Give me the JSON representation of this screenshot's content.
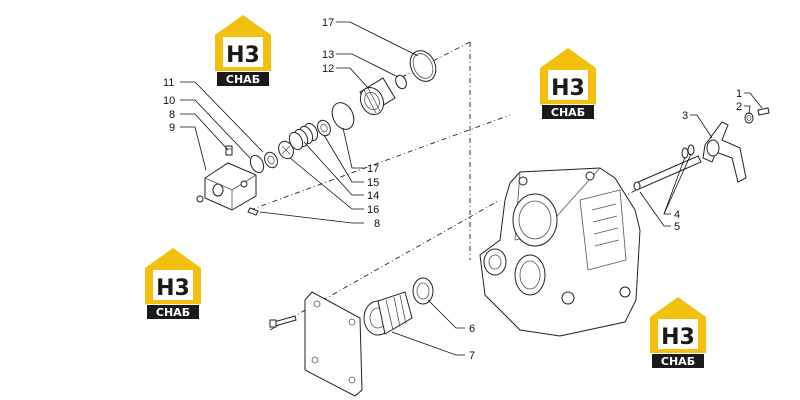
{
  "brand": {
    "monogram": "H3",
    "name": "СНАБ",
    "accent": "#f2c00d",
    "dark": "#1a1a1a"
  },
  "callouts": [
    {
      "id": "17a",
      "label": "17"
    },
    {
      "id": "13",
      "label": "13"
    },
    {
      "id": "12",
      "label": "12"
    },
    {
      "id": "11",
      "label": "11"
    },
    {
      "id": "10",
      "label": "10"
    },
    {
      "id": "8a",
      "label": "8"
    },
    {
      "id": "9",
      "label": "9"
    },
    {
      "id": "17b",
      "label": "17"
    },
    {
      "id": "15",
      "label": "15"
    },
    {
      "id": "14",
      "label": "14"
    },
    {
      "id": "16",
      "label": "16"
    },
    {
      "id": "8b",
      "label": "8"
    },
    {
      "id": "1",
      "label": "1"
    },
    {
      "id": "2",
      "label": "2"
    },
    {
      "id": "3",
      "label": "3"
    },
    {
      "id": "4",
      "label": "4"
    },
    {
      "id": "5",
      "label": "5"
    },
    {
      "id": "6",
      "label": "6"
    },
    {
      "id": "7",
      "label": "7"
    }
  ]
}
